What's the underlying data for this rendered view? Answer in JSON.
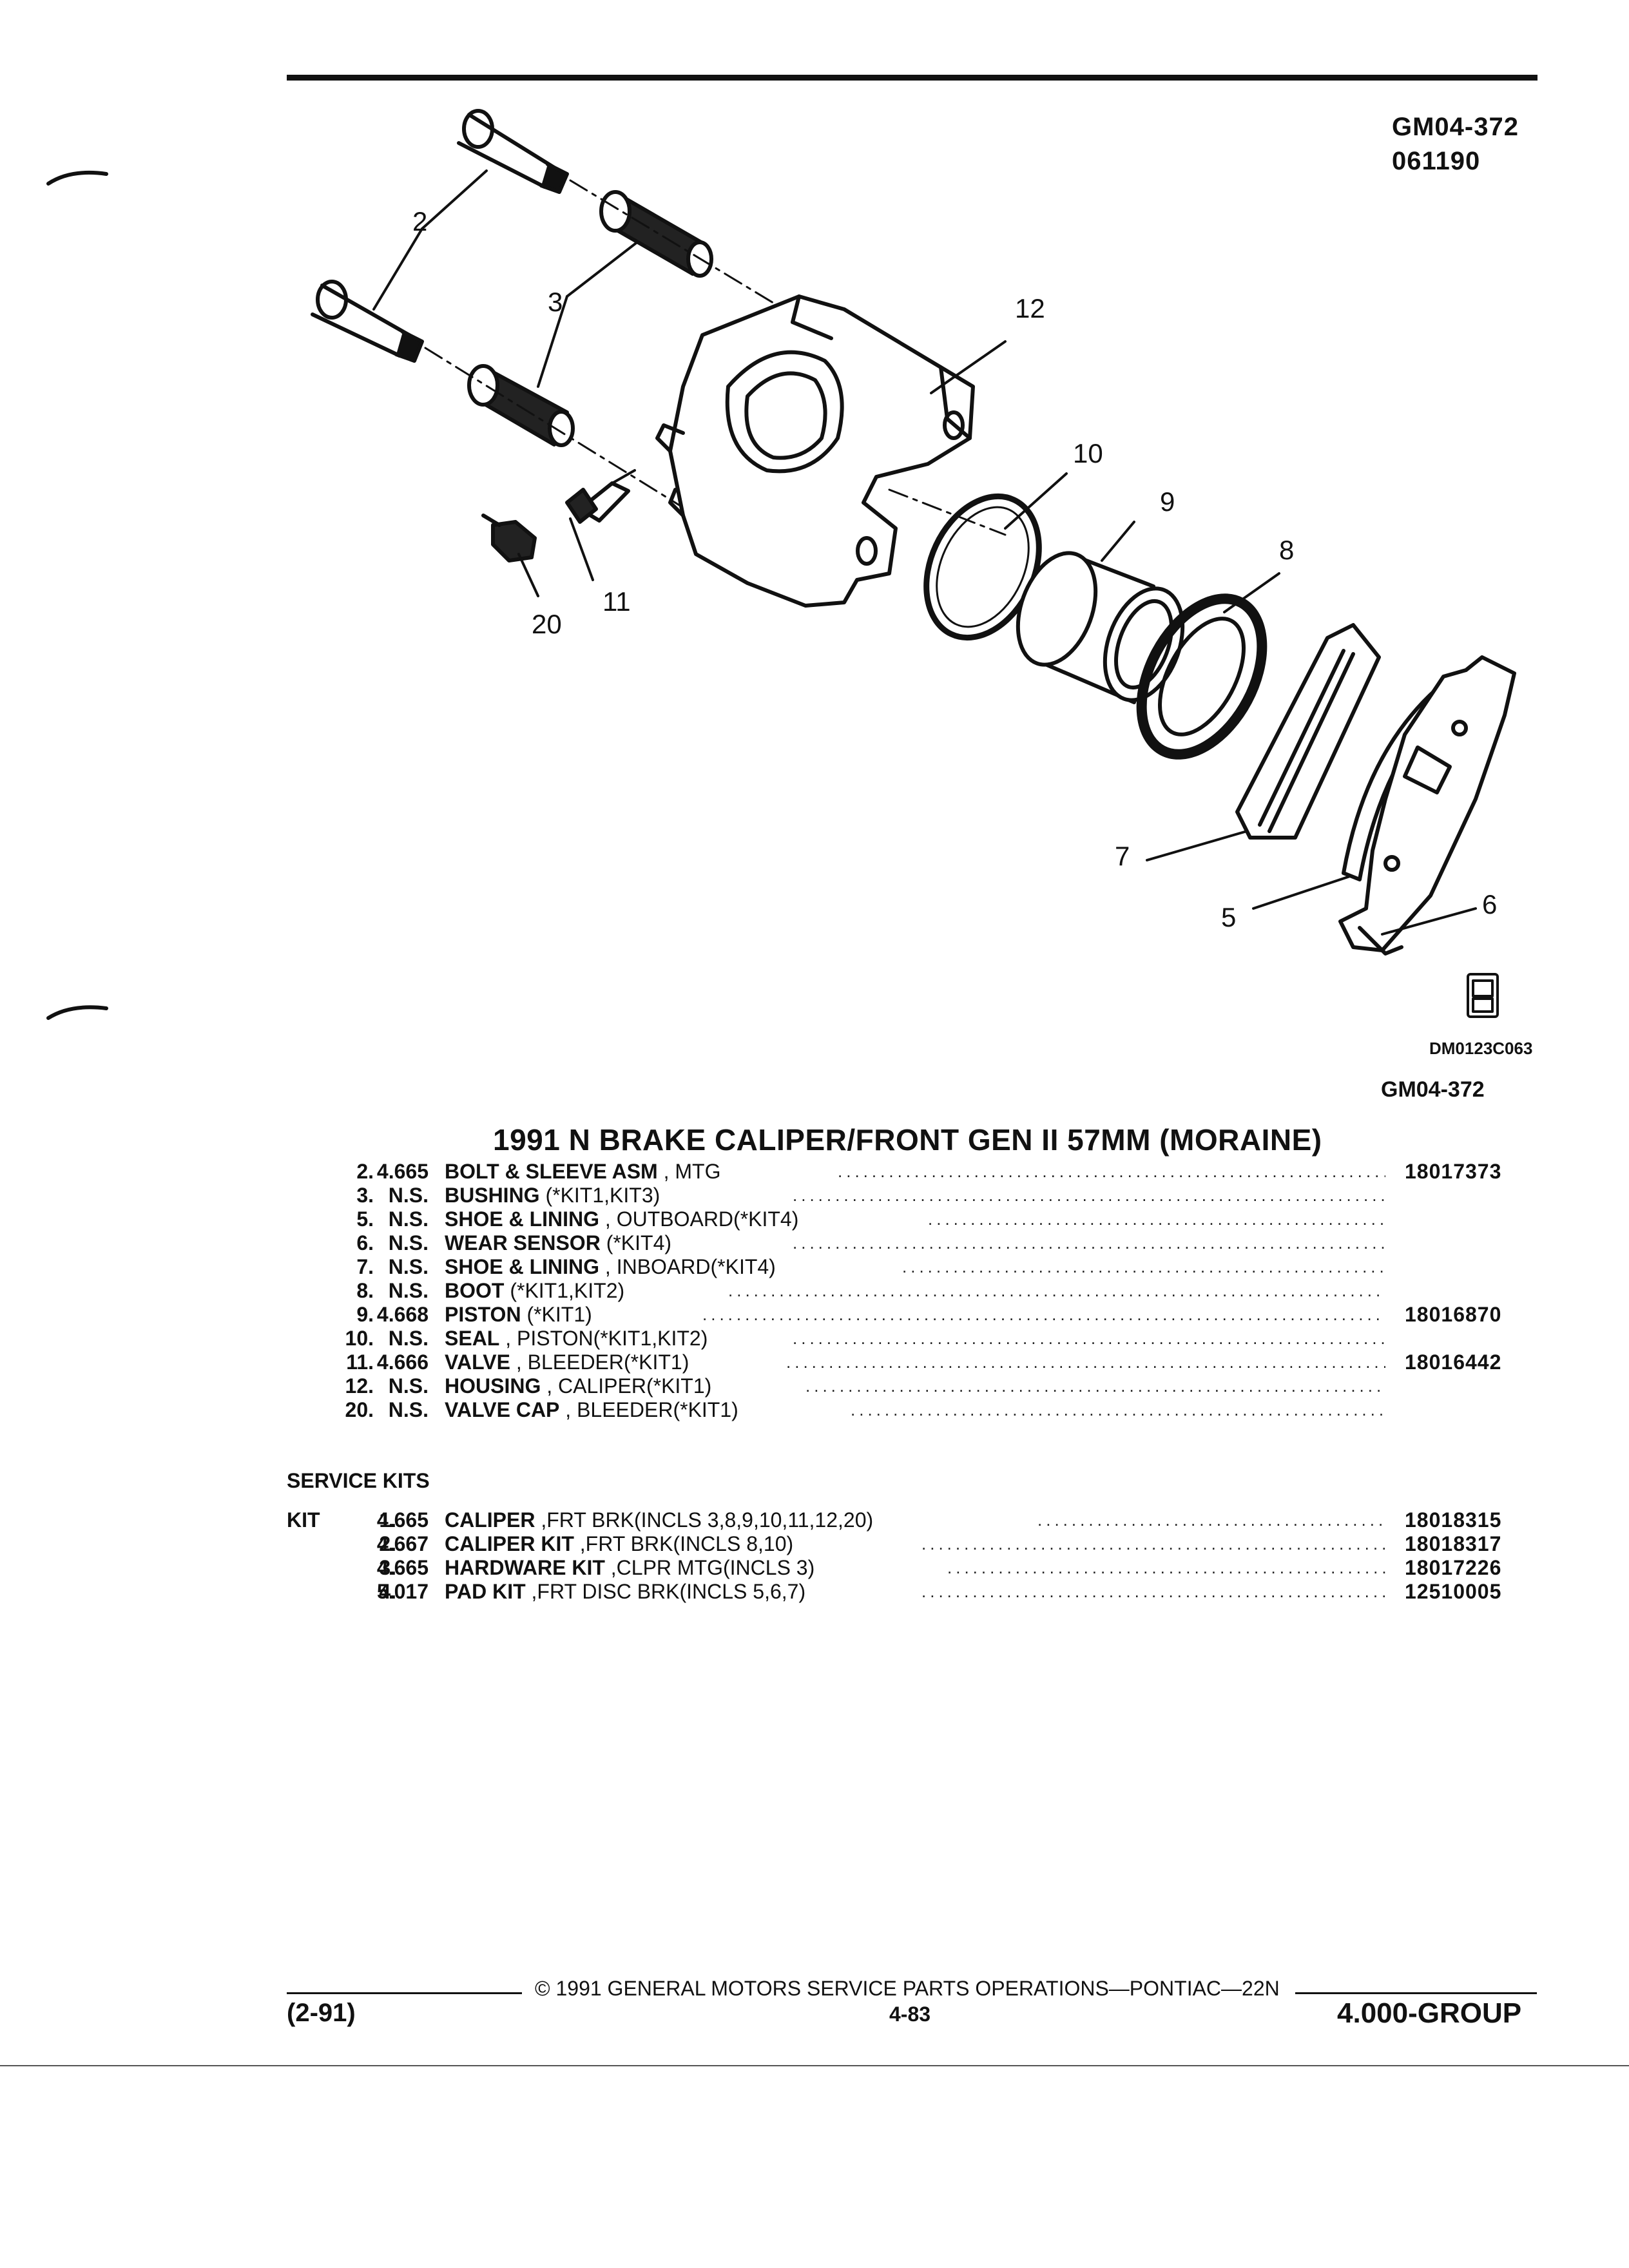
{
  "header": {
    "figure_code": "GM04-372",
    "date_code": "061190"
  },
  "diagram": {
    "callouts": [
      "2",
      "3",
      "12",
      "10",
      "9",
      "8",
      "11",
      "20",
      "7",
      "5",
      "6"
    ],
    "logo_icon": "gm-spo-logo-icon",
    "image_code": "DM0123C063",
    "figure_code": "GM04-372"
  },
  "title": "1991 N BRAKE CALIPER/FRONT GEN II 57MM (MORAINE)",
  "parts": [
    {
      "no": "2.",
      "group": "4.665",
      "name": "BOLT & SLEEVE ASM",
      "desc": " , MTG",
      "part": "18017373"
    },
    {
      "no": "3.",
      "group": "N.S.",
      "name": "BUSHING",
      "desc": " (*KIT1,KIT3)",
      "part": ""
    },
    {
      "no": "5.",
      "group": "N.S.",
      "name": "SHOE & LINING",
      "desc": " , OUTBOARD(*KIT4)",
      "part": ""
    },
    {
      "no": "6.",
      "group": "N.S.",
      "name": "WEAR SENSOR",
      "desc": " (*KIT4)",
      "part": ""
    },
    {
      "no": "7.",
      "group": "N.S.",
      "name": "SHOE & LINING",
      "desc": " , INBOARD(*KIT4)",
      "part": ""
    },
    {
      "no": "8.",
      "group": "N.S.",
      "name": "BOOT",
      "desc": " (*KIT1,KIT2)",
      "part": ""
    },
    {
      "no": "9.",
      "group": "4.668",
      "name": "PISTON",
      "desc": " (*KIT1)",
      "part": "18016870"
    },
    {
      "no": "10.",
      "group": "N.S.",
      "name": "SEAL",
      "desc": " , PISTON(*KIT1,KIT2)",
      "part": ""
    },
    {
      "no": "11.",
      "group": "4.666",
      "name": "VALVE",
      "desc": " , BLEEDER(*KIT1)",
      "part": "18016442"
    },
    {
      "no": "12.",
      "group": "N.S.",
      "name": "HOUSING",
      "desc": " , CALIPER(*KIT1)",
      "part": ""
    },
    {
      "no": "20.",
      "group": "N.S.",
      "name": "VALVE CAP",
      "desc": " , BLEEDER(*KIT1)",
      "part": ""
    }
  ],
  "service_kits": {
    "heading": "SERVICE KITS",
    "kit_label": "KIT",
    "items": [
      {
        "no": "1.",
        "group": "4.665",
        "name": "CALIPER",
        "desc": " ,FRT BRK(INCLS 3,8,9,10,11,12,20)",
        "part": "18018315"
      },
      {
        "no": "2.",
        "group": "4.667",
        "name": "CALIPER KIT",
        "desc": " ,FRT BRK(INCLS 8,10)",
        "part": "18018317"
      },
      {
        "no": "3.",
        "group": "4.665",
        "name": "HARDWARE KIT",
        "desc": " ,CLPR MTG(INCLS 3)",
        "part": "18017226"
      },
      {
        "no": "4.",
        "group": "5.017",
        "name": "PAD KIT",
        "desc": " ,FRT DISC BRK(INCLS 5,6,7)",
        "part": "12510005"
      }
    ]
  },
  "footer": {
    "copyright": "© 1991 GENERAL MOTORS SERVICE PARTS OPERATIONS—PONTIAC—22N",
    "page": "4-83",
    "left": "(2-91)",
    "right": "4.000-GROUP"
  },
  "dots": "........................................................................................................"
}
